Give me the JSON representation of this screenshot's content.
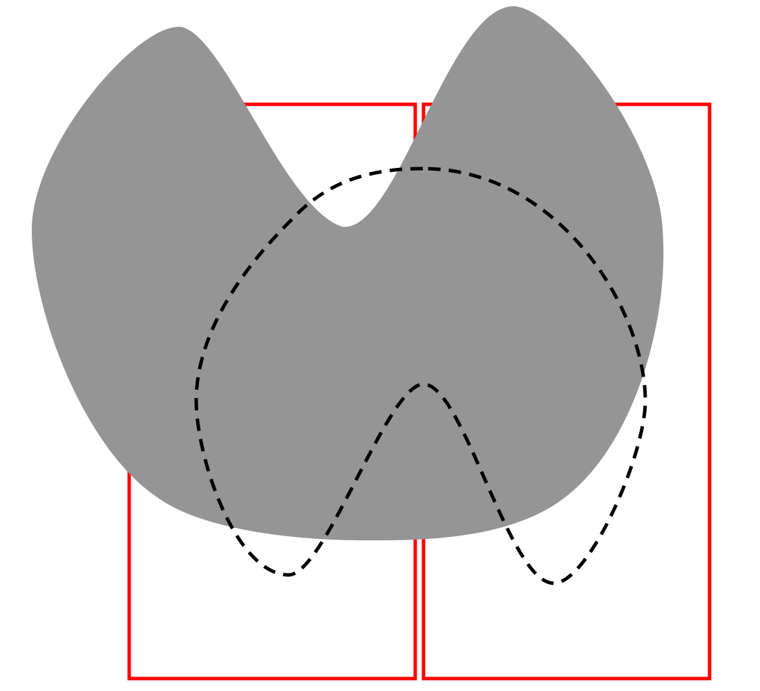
{
  "diagram": {
    "background": "#ffffff",
    "elements": [
      {
        "id": "left-rectangle",
        "shape": "rectangle",
        "stroke": "#ff0000",
        "fill": "none",
        "style": "solid"
      },
      {
        "id": "right-rectangle",
        "shape": "rectangle",
        "stroke": "#ff0000",
        "fill": "none",
        "style": "solid"
      },
      {
        "id": "gray-blob",
        "shape": "two-lobed blob",
        "fill": "#959595",
        "stroke": "none"
      },
      {
        "id": "dashed-outline",
        "shape": "closed curve with inward notch",
        "stroke": "#000000",
        "fill": "none",
        "style": "dashed"
      }
    ],
    "text_labels": []
  }
}
